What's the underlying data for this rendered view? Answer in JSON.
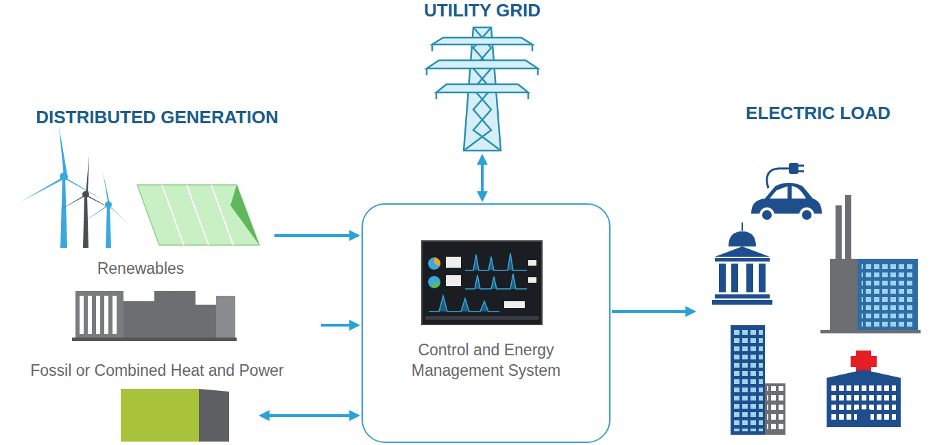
{
  "diagram": {
    "nodes": [
      {
        "text": [
          "DISTRIBUTED GENERATION"
        ]
      },
      {
        "text": [
          "Renewables"
        ],
        "in": 0
      },
      {
        "text": [
          "Fossil or Combined Heat and Power"
        ],
        "in": 0
      },
      {
        "text": [],
        "in": 0
      },
      {
        "text": [
          "UTILITY GRID"
        ]
      },
      {
        "text": [
          "Control and Energy Management System"
        ]
      },
      {
        "text": [
          "ELECTRIC LOAD"
        ]
      }
    ],
    "edges": [
      {
        "from": 1,
        "to": 5,
        "arrow": "to"
      },
      {
        "from": 2,
        "to": 5,
        "arrow": "to"
      },
      {
        "from": 5,
        "to": 3,
        "arrow": "both"
      },
      {
        "from": 4,
        "to": 5,
        "arrow": "both"
      },
      {
        "from": 5,
        "to": 6,
        "arrow": "to"
      }
    ]
  }
}
